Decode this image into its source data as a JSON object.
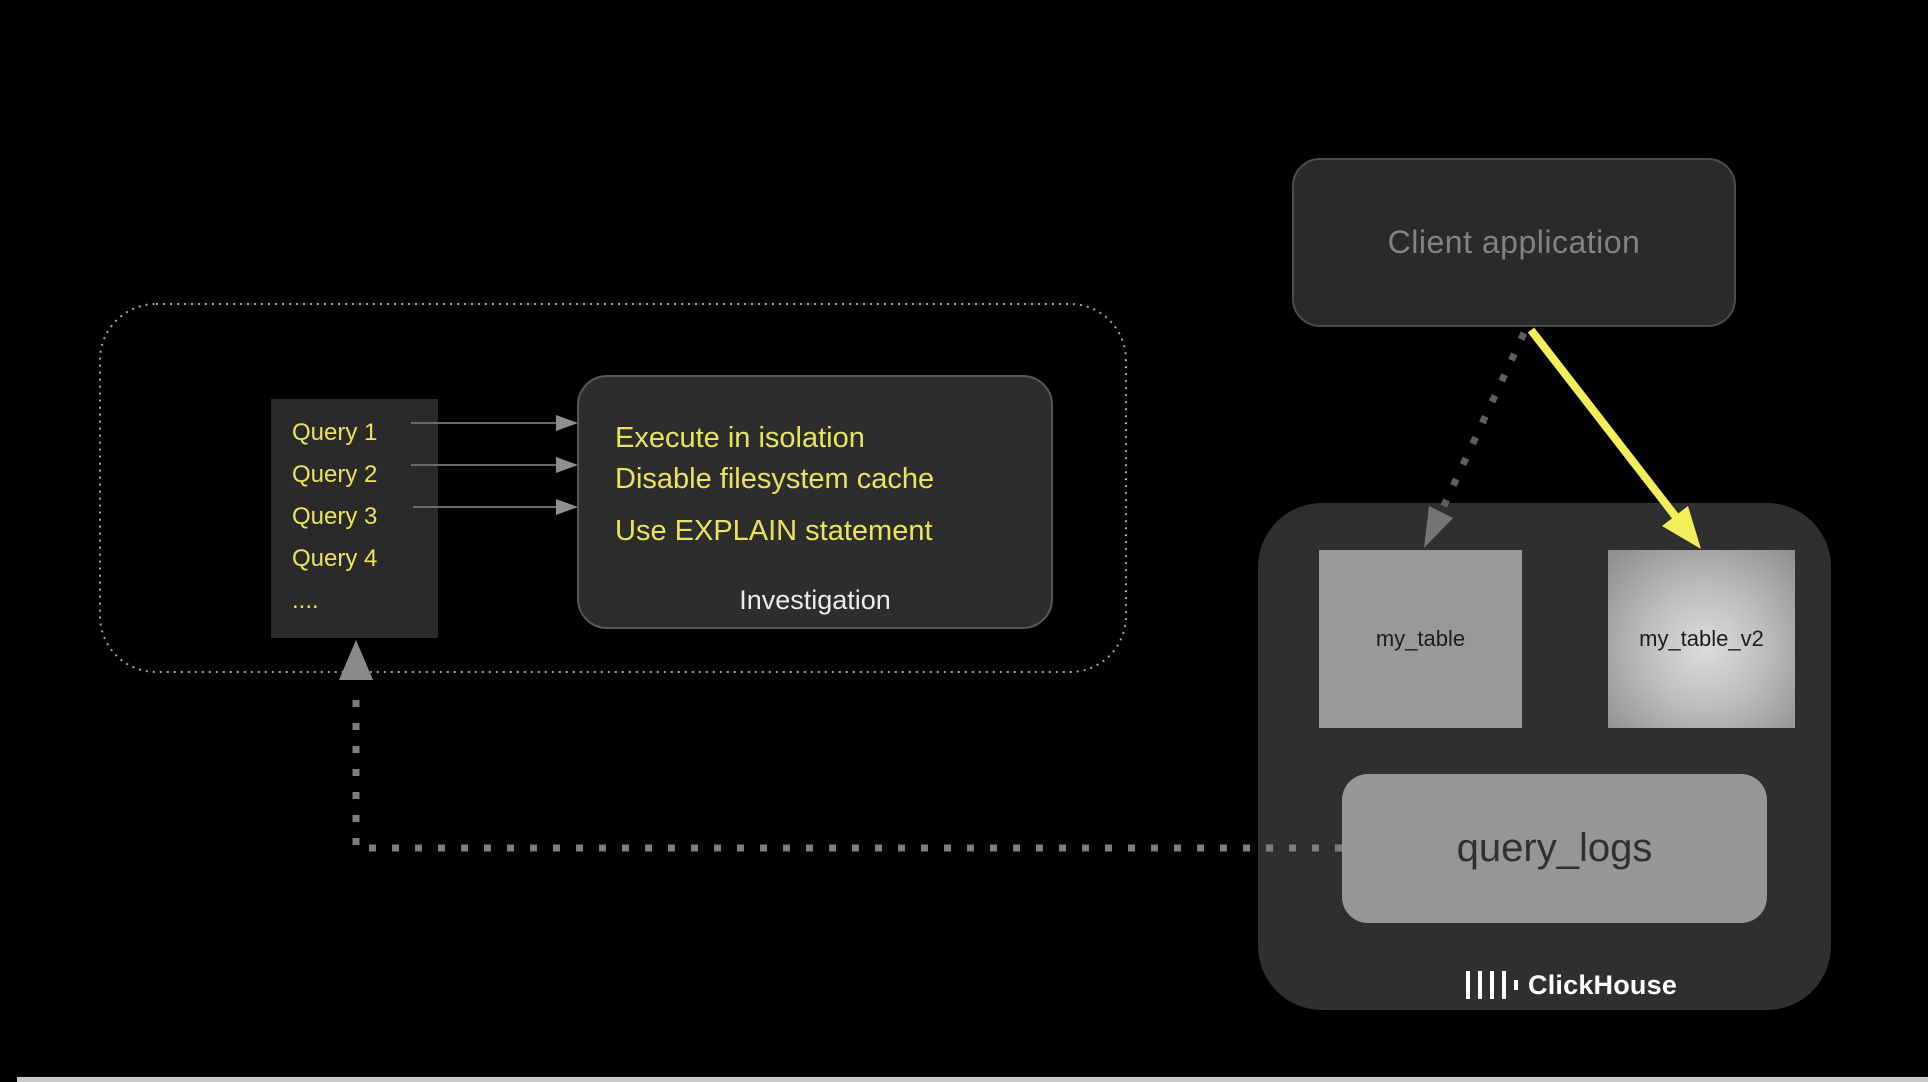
{
  "colors": {
    "background": "#000000",
    "panel_dark": "#2a2a2a",
    "clickhouse_panel": "#2f2f30",
    "table_gray": "#999999",
    "accent_yellow": "#f2ef5a",
    "yellow_text": "#e9e45c",
    "muted_text": "#828282",
    "white_text": "#ececec"
  },
  "client_application": {
    "label": "Client application"
  },
  "queries": {
    "items": [
      "Query 1",
      "Query 2",
      "Query 3",
      "Query 4",
      "...."
    ]
  },
  "investigation": {
    "tips": [
      "Execute in isolation",
      "Disable filesystem cache",
      "Use EXPLAIN statement"
    ],
    "label": "Investigation"
  },
  "clickhouse": {
    "table_1": "my_table",
    "table_2": "my_table_v2",
    "query_logs": "query_logs",
    "brand": "ClickHouse"
  }
}
